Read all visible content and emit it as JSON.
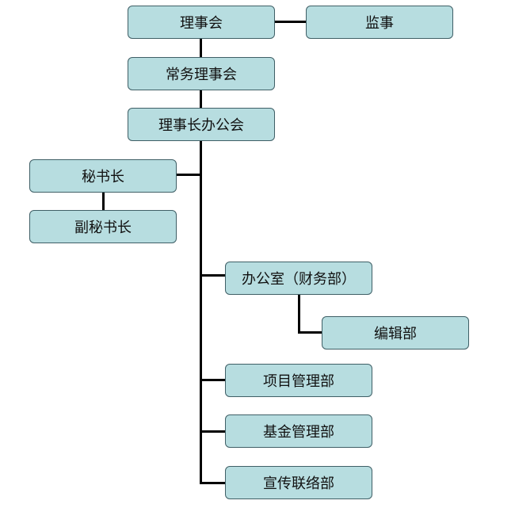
{
  "nodes": {
    "council": "理事会",
    "supervisor": "监事",
    "standing_council": "常务理事会",
    "chairman_office": "理事长办公会",
    "secretary_general": "秘书长",
    "deputy_secretary_general": "副秘书长",
    "office_finance": "办公室（财务部）",
    "editorial": "编辑部",
    "project_management": "项目管理部",
    "fund_management": "基金管理部",
    "publicity_liaison": "宣传联络部"
  },
  "colors": {
    "box_fill": "#b7dde0",
    "box_border": "#3f5f66",
    "connector": "#000000"
  }
}
